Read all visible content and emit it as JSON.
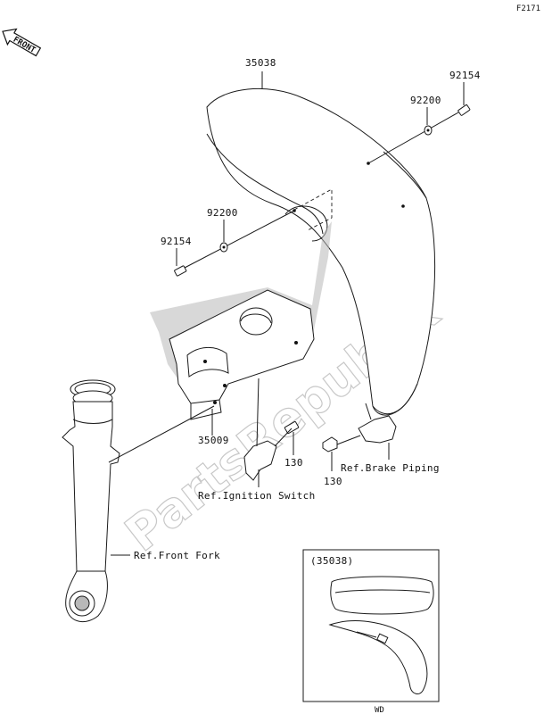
{
  "diagram_code": "F2171",
  "front_arrow_label": "FRONT",
  "watermark": "PartsRepublik",
  "callouts": {
    "fender": "35038",
    "bolt_right": "92154",
    "washer_right": "92200",
    "washer_left": "92200",
    "bolt_left": "92154",
    "bracket": "35009",
    "bolt_ignition": "130",
    "bolt_brake": "130"
  },
  "references": {
    "brake_piping": "Ref.Brake Piping",
    "ignition_switch": "Ref.Ignition Switch",
    "front_fork": "Ref.Front Fork"
  },
  "inset": {
    "title": "(35038)",
    "caption": "WD"
  }
}
